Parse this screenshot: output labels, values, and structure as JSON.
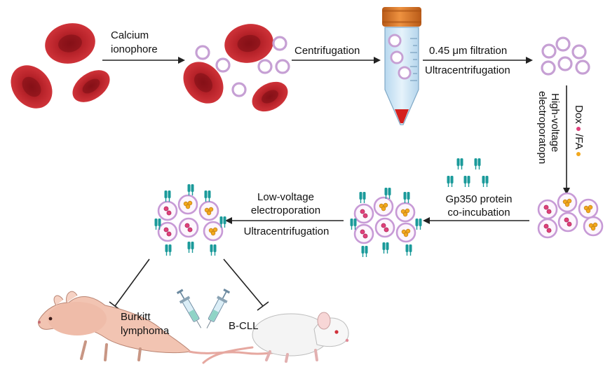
{
  "steps": {
    "calcium_line1": "Calcium",
    "calcium_line2": "ionophore",
    "centrifugation": "Centrifugation",
    "filtration": "0.45 μm filtration",
    "ultracentrifugation_1": "Ultracentrifugation",
    "high_voltage_line1": "High-voltage",
    "high_voltage_line2": "electroporatopn",
    "dox": "Dox",
    "fa": "/FA",
    "gp350_line1": "Gp350 protein",
    "gp350_line2": "co-incubation",
    "low_voltage_line1": "Low-voltage",
    "low_voltage_line2": "electroporation",
    "ultracentrifugation_2": "Ultracentrifugation",
    "burkitt_line1": "Burkitt",
    "burkitt_line2": "lymphoma",
    "bcll": "B-CLL"
  },
  "colors": {
    "rbc": "#c0272d",
    "vesicle": "#b070c0",
    "dox": "#e0407a",
    "fa": "#f2a81e",
    "protein": "#1a9a9a",
    "tube_cap": "#d9772b",
    "tube_body": "#cfe6f5",
    "pellet": "#d4201e"
  }
}
